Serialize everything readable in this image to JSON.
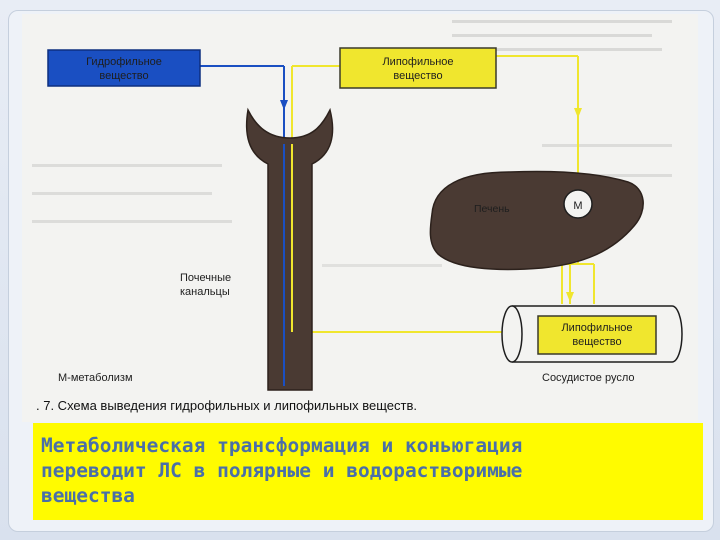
{
  "diagram": {
    "hydrophilic_box": {
      "line1": "Гидрофильное",
      "line2": "вещество",
      "color": "#1a4fc2"
    },
    "lipophilic_box_top": {
      "line1": "Липофильное",
      "line2": "вещество",
      "color": "#f0e62e"
    },
    "lipophilic_box_vessel": {
      "line1": "Липофильное",
      "line2": "вещество",
      "color": "#f0e62e"
    },
    "liver_label": "Печень",
    "metabolism_marker": "М",
    "kidney_label": {
      "line1": "Почечные",
      "line2": "канальцы"
    },
    "metabolism_legend": "М-метаболизм",
    "vessel_label": "Сосудистое русло",
    "caption": ". 7. Схема выведения гидрофильных и липофильных веществ.",
    "colors": {
      "organ": "#4a3a33",
      "blue_line": "#1a4fc2",
      "yellow_line": "#f0e62e"
    }
  },
  "banner": {
    "line1": "Метаболическая трансформация и коньюгация",
    "line2": "переводит ЛС в полярные и водорастворимые",
    "line3": "вещества",
    "bg_color": "#fffb00",
    "text_color": "#4a6fa8"
  }
}
